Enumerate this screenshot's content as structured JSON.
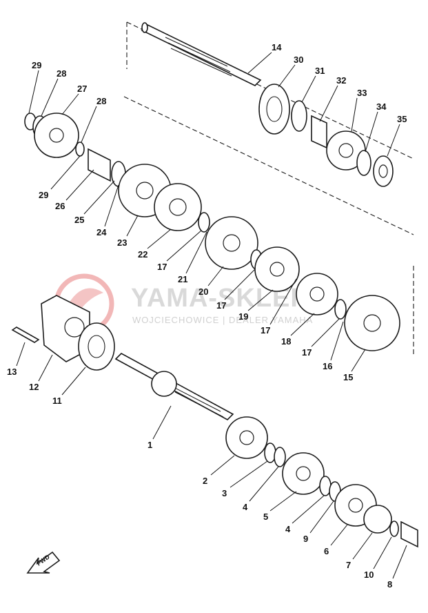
{
  "watermark": {
    "title": "YAMA-SKLEP.PL",
    "subtitle": "WOJCIECHOWICE | DEALER YAMAHA",
    "logo_color": "#e25b5b"
  },
  "fwd_label": "FWD",
  "callouts": [
    {
      "id": "1",
      "label": "1"
    },
    {
      "id": "2",
      "label": "2"
    },
    {
      "id": "3",
      "label": "3"
    },
    {
      "id": "4a",
      "label": "4"
    },
    {
      "id": "4b",
      "label": "4"
    },
    {
      "id": "5",
      "label": "5"
    },
    {
      "id": "6",
      "label": "6"
    },
    {
      "id": "7",
      "label": "7"
    },
    {
      "id": "8",
      "label": "8"
    },
    {
      "id": "9",
      "label": "9"
    },
    {
      "id": "10",
      "label": "10"
    },
    {
      "id": "11",
      "label": "11"
    },
    {
      "id": "12",
      "label": "12"
    },
    {
      "id": "13",
      "label": "13"
    },
    {
      "id": "14",
      "label": "14"
    },
    {
      "id": "15",
      "label": "15"
    },
    {
      "id": "16",
      "label": "16"
    },
    {
      "id": "17a",
      "label": "17"
    },
    {
      "id": "17b",
      "label": "17"
    },
    {
      "id": "17c",
      "label": "17"
    },
    {
      "id": "17d",
      "label": "17"
    },
    {
      "id": "18",
      "label": "18"
    },
    {
      "id": "19",
      "label": "19"
    },
    {
      "id": "20",
      "label": "20"
    },
    {
      "id": "21",
      "label": "21"
    },
    {
      "id": "22",
      "label": "22"
    },
    {
      "id": "23",
      "label": "23"
    },
    {
      "id": "24",
      "label": "24"
    },
    {
      "id": "25",
      "label": "25"
    },
    {
      "id": "26",
      "label": "26"
    },
    {
      "id": "27",
      "label": "27"
    },
    {
      "id": "28a",
      "label": "28"
    },
    {
      "id": "28b",
      "label": "28"
    },
    {
      "id": "29a",
      "label": "29"
    },
    {
      "id": "29b",
      "label": "29"
    },
    {
      "id": "30",
      "label": "30"
    },
    {
      "id": "31",
      "label": "31"
    },
    {
      "id": "32",
      "label": "32"
    },
    {
      "id": "33",
      "label": "33"
    },
    {
      "id": "34",
      "label": "34"
    },
    {
      "id": "35",
      "label": "35"
    }
  ]
}
